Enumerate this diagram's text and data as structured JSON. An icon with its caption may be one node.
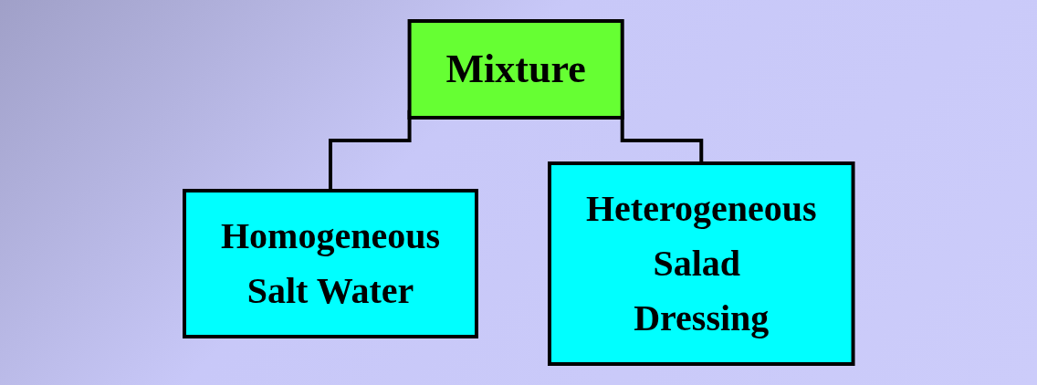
{
  "diagram": {
    "nodes": [
      {
        "text": [
          "Mixture"
        ]
      },
      {
        "text": [
          "Homogeneous",
          "Salt Water"
        ]
      },
      {
        "text": [
          "Heterogeneous",
          "Salad Dressing"
        ]
      }
    ],
    "edges": [
      {
        "from": 0,
        "to": 1,
        "arrow": "none"
      },
      {
        "from": 0,
        "to": 2,
        "arrow": "none"
      }
    ]
  }
}
